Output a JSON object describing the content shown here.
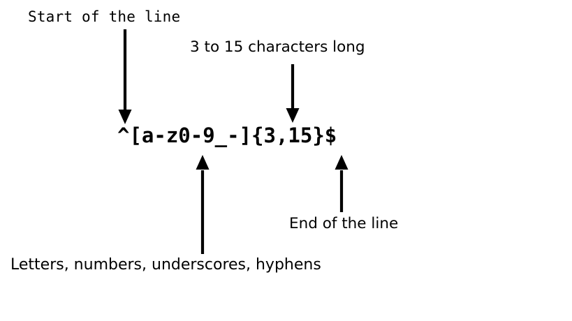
{
  "diagram": {
    "title": "Regular expression annotation diagram",
    "background_color": "#ffffff",
    "ink_color": "#000000",
    "pattern": "^[a-z0-9_-]{3,15}$",
    "annotations": [
      {
        "id": "start-of-line",
        "text": "Start of the line",
        "font": "mono",
        "arrow": "down",
        "target": "^"
      },
      {
        "id": "length",
        "text": "3 to 15 characters long",
        "font": "sans",
        "arrow": "down",
        "target": "{3,15}"
      },
      {
        "id": "charset",
        "text": "Letters, numbers, underscores, hyphens",
        "font": "sans",
        "arrow": "up",
        "target": "[a-z0-9_-]"
      },
      {
        "id": "end-of-line",
        "text": "End of the line",
        "font": "sans",
        "arrow": "up",
        "target": "$"
      }
    ],
    "clipped_fragment": ":"
  }
}
